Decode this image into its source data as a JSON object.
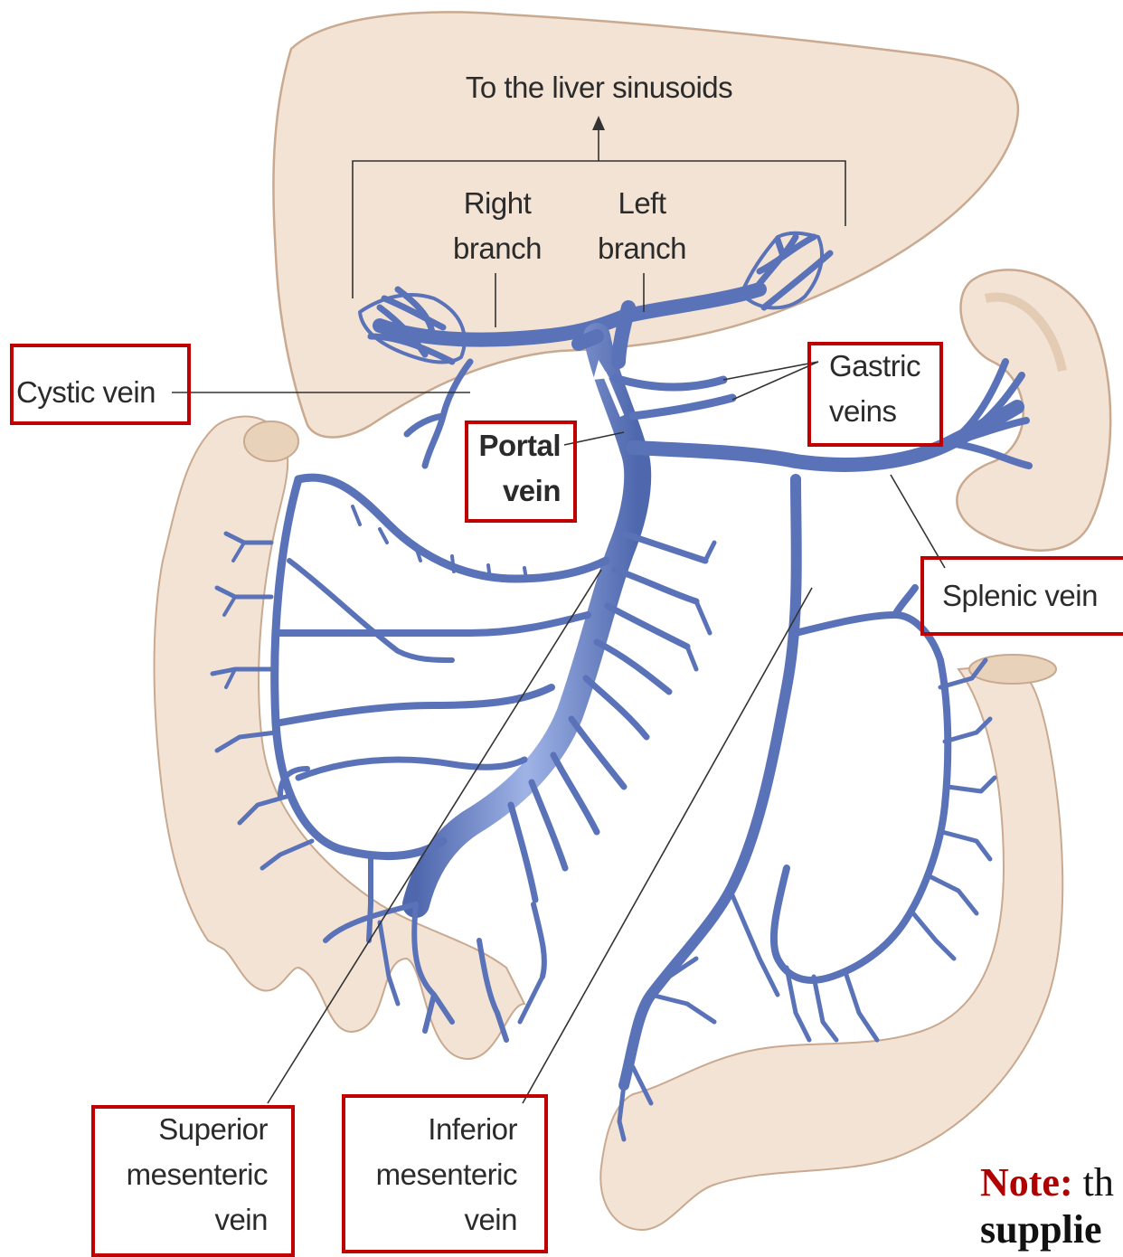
{
  "labels": {
    "top": "To the liver sinusoids",
    "right_branch": [
      "Right",
      "branch"
    ],
    "left_branch": [
      "Left",
      "branch"
    ],
    "cystic": "Cystic vein",
    "gastric": [
      "Gastric",
      "veins"
    ],
    "portal": [
      "Portal",
      "vein"
    ],
    "splenic": "Splenic vein",
    "superior": [
      "Superior",
      "mesenteric",
      "vein"
    ],
    "inferior": [
      "Inferior",
      "mesenteric",
      "vein"
    ]
  },
  "note": {
    "keyword": "Note:",
    "text": "th",
    "line2": "supplie"
  },
  "colors": {
    "organ_fill": "#f3e3d4",
    "organ_stroke": "#c9a98f",
    "vein": "#5a72b8",
    "vein_dark": "#3e5496",
    "box": "#c00000"
  }
}
